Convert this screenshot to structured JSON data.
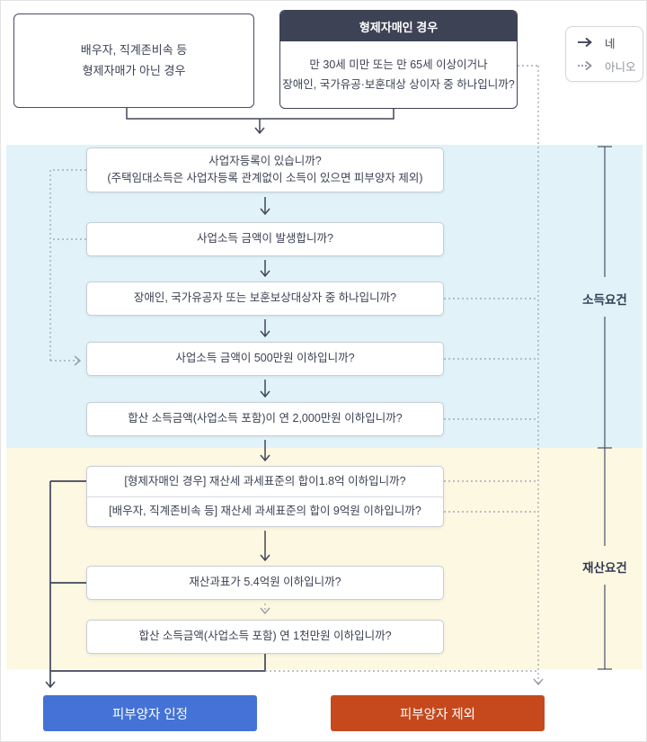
{
  "legend": {
    "yes_label": "네",
    "no_label": "아니오"
  },
  "top": {
    "non_sibling_box": {
      "line1": "배우자, 직계존비속 등",
      "line2": "형제자매가 아닌 경우"
    },
    "sibling_box": {
      "header": "형제자매인 경우",
      "line1": "만 30세 미만 또는 만 65세 이상이거나",
      "line2": "장애인, 국가유공·보훈대상 상이자 중 하나입니까?"
    }
  },
  "sections": {
    "income_label": "소득요건",
    "property_label": "재산요건"
  },
  "questions": {
    "q1_line1": "사업자등록이 있습니까?",
    "q1_line2": "(주택임대소득은 사업자등록 관계없이 소득이 있으면 피부양자 제외)",
    "q2": "사업소득 금액이 발생합니까?",
    "q3": "장애인, 국가유공자 또는 보훈보상대상자 중 하나입니까?",
    "q4": "사업소득 금액이 500만원 이하입니까?",
    "q5": "합산 소득금액(사업소득 포함)이 연 2,000만원 이하입니까?",
    "q6_sibling": "[형제자매인 경우] 재산세 과세표준의 합이1.8억 이하입니까?",
    "q7_spouse": "[배우자, 직계존비속 등] 재산세 과세표준의 합이 9억원 이하입니까?",
    "q8": "재산과표가 5.4억원 이하입니까?",
    "q9": "합산 소득금액(사업소득 포함) 연 1천만원 이하입니까?"
  },
  "results": {
    "approved": "피부양자 인정",
    "excluded": "피부양자 제외"
  },
  "colors": {
    "dark_navy": "#3e4255",
    "yes_arrow": "#42465a",
    "no_arrow": "#a7abb3",
    "income_band_bg": "#e1f3f9",
    "property_band_bg": "#fdf8e2",
    "approved_bg": "#4472d6",
    "excluded_bg": "#c5491d"
  }
}
